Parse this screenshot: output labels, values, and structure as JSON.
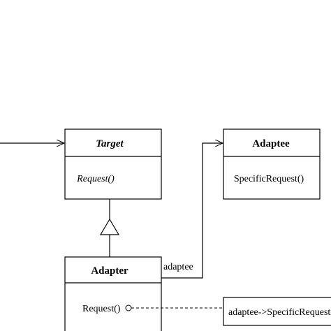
{
  "classes": {
    "target": {
      "name": "Target",
      "operation": "Request()"
    },
    "adaptee": {
      "name": "Adaptee",
      "operation": "SpecificRequest()"
    },
    "adapter": {
      "name": "Adapter",
      "operation": "Request()"
    }
  },
  "associations": {
    "adaptee_role": "adaptee"
  },
  "note": {
    "text": "adaptee->SpecificRequest()"
  }
}
